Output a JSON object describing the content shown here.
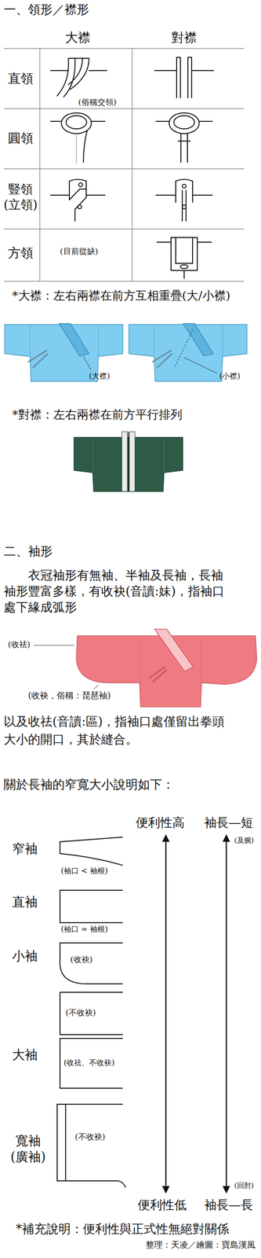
{
  "diagram": {
    "title": "一、領形／襟形",
    "labels": [
      "大襟",
      "對襟",
      "直領",
      "(俗稱交領)",
      "圓領",
      "豎領 (立領)",
      "方領",
      "(目前從缺)",
      "*大襟：左右兩襟在前方互相重疊(大/小襟)",
      "(大襟)",
      "(小襟)",
      "*對襟：左右兩襟在前方平行排列",
      "二、袖形",
      "衣冠袖形有無袖、半袖及長袖，長袖 袖形豐富多樣，有收袂(音讀:妹)，指袖口 處下緣成弧形",
      "(收祛)",
      "(收袂，俗稱：琵琶袖)",
      "以及收祛(音讀:區)，指袖口處僅留出拳頭 大小的開口，其於縫合。",
      "關於長袖的窄寬大小說明如下：",
      "便利性高",
      "袖長—短",
      "(及腕)",
      "窄袖",
      "(袖口 < 袖根)",
      "直袖",
      "(袖口 = 袖根)",
      "小袖",
      "(收袂)",
      "(不收袂)",
      "大袖",
      "(收祛、不收袂)",
      "寬袖 (廣袖)",
      "(不收袂)",
      "便利性低",
      "袖長—長",
      "(回肘)",
      "*補充說明：便利性與正式性無絕對關係",
      "整理：天凌／繪圖：寶島漢風"
    ]
  }
}
